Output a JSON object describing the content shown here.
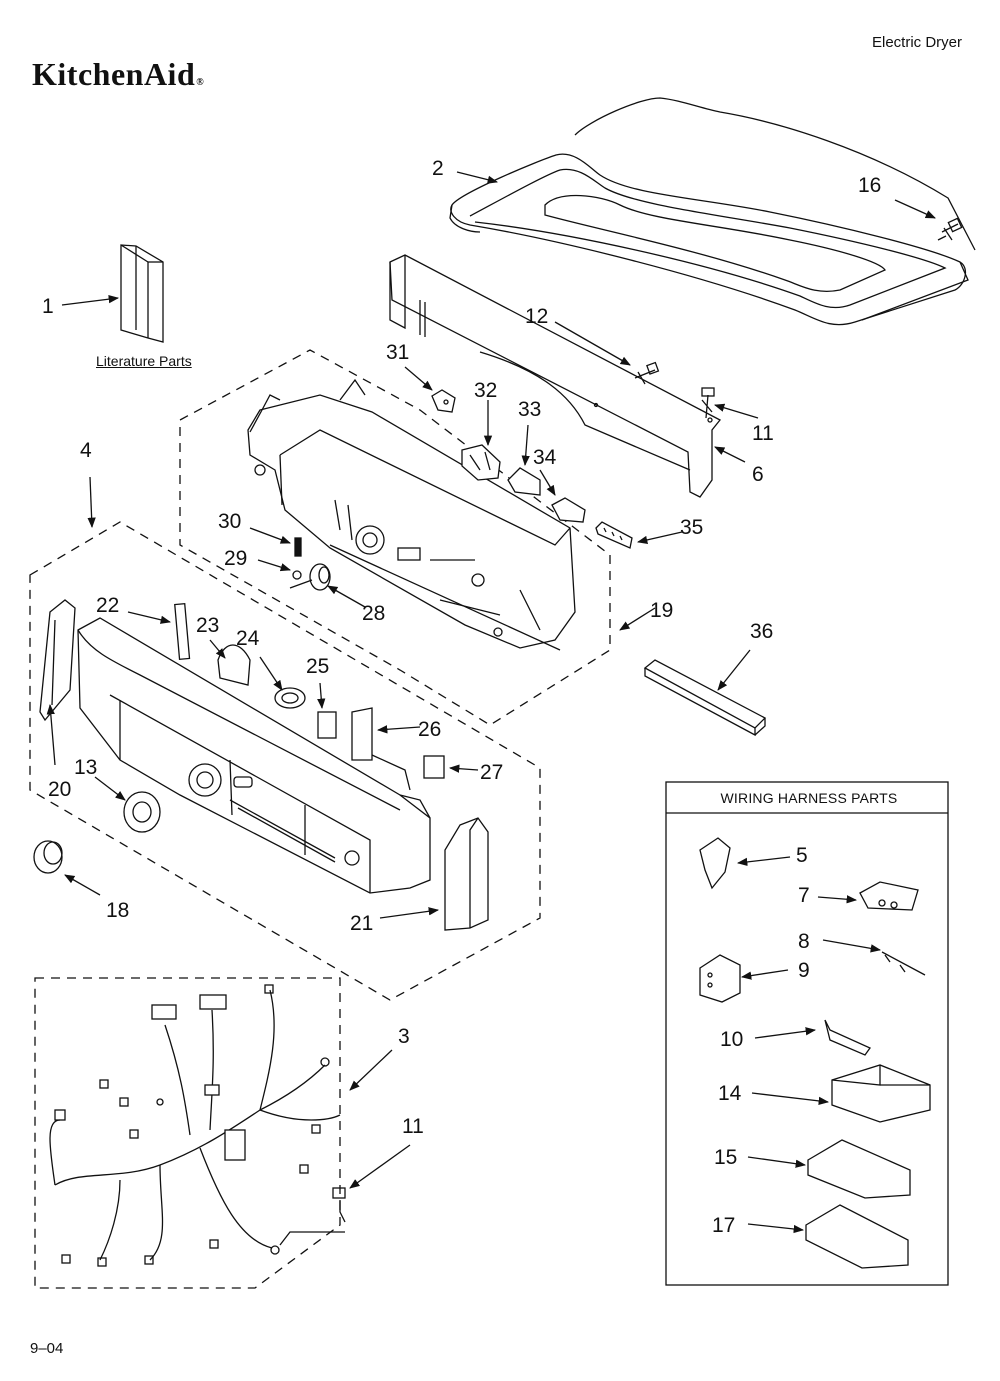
{
  "header": {
    "brand": "KitchenAid",
    "brand_mark": "®",
    "document_title": "Electric Dryer"
  },
  "literature_label": "Literature Parts",
  "wiring_harness": {
    "title": "WIRING HARNESS PARTS"
  },
  "footer": {
    "page_code": "9–04"
  },
  "callouts": [
    "1",
    "2",
    "3",
    "4",
    "5",
    "6",
    "7",
    "8",
    "9",
    "10",
    "11",
    "11",
    "12",
    "13",
    "14",
    "15",
    "16",
    "17",
    "18",
    "19",
    "20",
    "21",
    "22",
    "23",
    "24",
    "25",
    "26",
    "27",
    "28",
    "29",
    "30",
    "31",
    "32",
    "33",
    "34",
    "35",
    "36"
  ],
  "colors": {
    "line": "#111111",
    "fill": "#ffffff",
    "shade": "#e6e6e6"
  }
}
